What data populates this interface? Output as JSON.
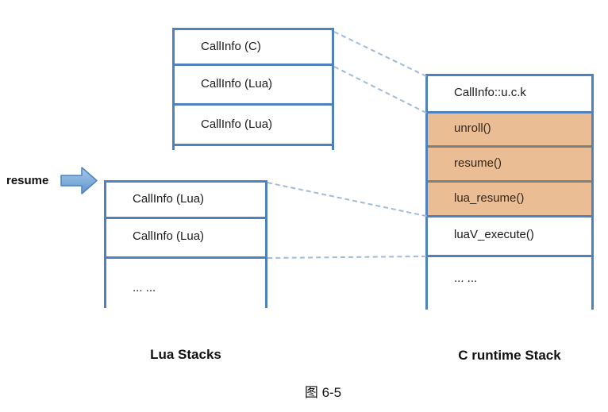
{
  "diagram": {
    "resume_label": "resume",
    "upper_lua_stack": {
      "rows": [
        "CallInfo (C)",
        "CallInfo (Lua)",
        "CallInfo (Lua)"
      ]
    },
    "lower_lua_stack": {
      "rows": [
        "CallInfo (Lua)",
        "CallInfo (Lua)",
        "... ..."
      ]
    },
    "c_runtime_stack": {
      "rows": [
        {
          "label": "CallInfo::u.c.k",
          "highlighted": false
        },
        {
          "label": "unroll()",
          "highlighted": true
        },
        {
          "label": "resume()",
          "highlighted": true
        },
        {
          "label": "lua_resume()",
          "highlighted": true
        },
        {
          "label": "luaV_execute()",
          "highlighted": false
        },
        {
          "label": "... ...",
          "highlighted": false
        }
      ]
    },
    "labels": {
      "lua_stacks": "Lua Stacks",
      "c_runtime_stack": "C runtime Stack"
    },
    "caption": "图 6-5",
    "colors": {
      "box_border": "#4f81bd",
      "highlight_fill": "#ebbd94",
      "highlight_divider": "#7f7f7f",
      "dashed_line": "#9fbbd9",
      "arrow_fill_light": "#a9c9e9",
      "arrow_fill_dark": "#5f96cf"
    }
  }
}
